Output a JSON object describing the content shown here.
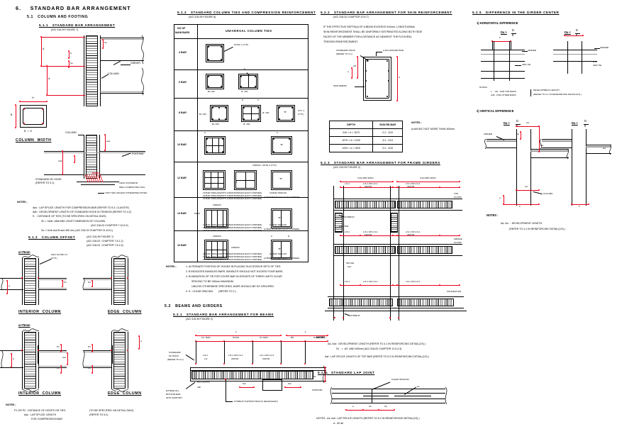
{
  "sheet": {
    "title": "6.    STANDARD BAR ARRANGEMENT"
  },
  "col1": {
    "s51": "5.1   COLUMN AND FOOTING",
    "s511": "5.1.1   STANDARD BAR ARRANGEMENT",
    "s511_ref": "(ACI 315-99 FIGURE 7)",
    "lbl_girder": "GIRDER",
    "lbl_column": "COLUMN",
    "lbl_column_width": "COLUMN  WIDTH",
    "lbl_b_le_h": "B  <  H",
    "lbl_footing": "FOOTING",
    "lbl_std_hook": "STANDARD 90' HOOK",
    "lbl_std_hook2": "(REFER TO 4.1)",
    "lbl_dowel": "DOWEL",
    "lbl_lean": "LEAN CONCRETE",
    "lbl_well": "WELL COMPACTED SOIL",
    "lbl_twoties": "TWO TIES UNLESS OTHERWISE NOTED",
    "notes_hdr": "NOTES ;",
    "note_a": "Aac : LAP SPLICE LENGTH FOR COMPRESSION BAR (REFER TO 5.3, CLASS\"B\")",
    "note_b": "Adh : DEVELOPMENT LENGTH OF STANDARD HOOK IN TENSION (REFER TO 4.2)",
    "note_c": "S   : DISTANCE OF TIES (TO BE SPECIFIED ON DETAIL DWG)",
    "note_d": "Sn < 16db, 48dt AND LEAST DIMENSION OF COLUMN",
    "note_d_ref": "(ACI 318-02 CHAPTER 7.10.5.2)",
    "note_e": "So < Hc/6 and B and 450 mm (ACI 318-02 CHAPTER 21.8.5.1)",
    "s512": "5.1.2   COLUMN OFFSET",
    "s512_ref1": "(ACI 315-99 FIGURE 7)",
    "s512_ref2": "(ACI 318-02  CHAPTER 7.8.1.2)",
    "s512_ref3": "(ACI 318-02  CHAPTER 7.8.1.6)",
    "dim_a_lt": "a<75mm",
    "dim_a_ge": "a>75mm",
    "lbl_slope": "MAX SLOPE 1:6",
    "lbl_typ": "(TYP.)",
    "lbl_interior": "INTERIOR  COLUMN",
    "lbl_edge": "EDGE  COLUMN",
    "fnotes_hdr": "NOTES ;",
    "fnote_1": "P1 OR P2 : DISTANCE OF HOOPS OR TIES",
    "fnote_1b": "(TO BE SPECIFIED ON DETAIL DWG)",
    "fnote_2": "Aac : LAP SPLICE LENGTH",
    "fnote_2b": "(REFER TO 5.2)",
    "fnote_3": "FOR COMPRESSION BAR"
  },
  "col2": {
    "s512t": "5.1.2   STANDARD COLUMN TIES AND COMPRESSION REINFORCEMENT",
    "s512t_ref": "(ACI 315-99 FIGURE 8)",
    "th_no": "NO OF",
    "th_no2": "MAIN BARS",
    "th_ties": "UNIVERSAL COLUMN TIES",
    "rows": [
      {
        "label": "4 BAR",
        "note": "NOTE 1 (TYP)"
      },
      {
        "label": "6 BAR",
        "note": ""
      },
      {
        "label": "8 BAR",
        "note": ""
      },
      {
        "label": "10 BAR",
        "note": ""
      },
      {
        "label": "12 BAR",
        "note": "150MAX. NOTE 3 (TYP)"
      },
      {
        "label": "14 BAR",
        "note": "150MAX."
      },
      {
        "label": "16 BAR",
        "note": "150MAX."
      }
    ],
    "cap_bc_150": "Bc 150",
    "cap_phi_150": "Φ  150",
    "cap_sim1": "16 BAR SIMILAR",
    "cap_sim2": "18 BAR SIMILAR",
    "cap_sim3": "20 BAR SIMILAR",
    "cap_bundle": "(2-BAR BUNDLES EACH CORNER)",
    "bund12a": "16 BAR SIMILAR(WITH 2-BAR BUNDLES EACH CORNER)",
    "bund12b": "20 BAR SIMILAR(WITH 3-BAR BUNDLES EACH CORNER)",
    "bund12c": "24 BAR SIMILAR(WITH 4-BAR BUNDLES EACH CORNER)",
    "bund14a": "18 BAR SIMILAR(WITH 2-BAR BUNDLES EACH CORNER)",
    "bund14b": "22 BAR SIMILAR(WITH 3-BAR BUNDLES EACH CORNER)",
    "bund14c": "26 BAR SIMILAR(WITH 4-BAR BUNDLES EACH CORNER)",
    "bund16a": "20 BAR SIMILAR(WITH 2-BAR BUNDLES EACH CORNER)",
    "bund16b": "24 BAR SIMILAR(WITH 3-BAR BUNDLES EACH CORNER)",
    "bund16c": "28 BAR SIMILAR(WITH 4-BAR BUNDLES EACH CORNER)",
    "lbl_stt1": "STT. 1",
    "lbl_typ": "(TYP.)",
    "lbl_c": "C",
    "lbl_d": "D",
    "lbl_5050": "50/50",
    "notes_hdr": "NOTES ;",
    "note1": "1. ALTERNATE POSITION OF HOOKS IN PLACING SUCCESSIVE SETS OF TIES.",
    "note2": "2. B INDICATES BUNDLED BARS. BUNDLES SHOULD NOT EXCEED FOUR BARS.",
    "note3": "3. ELIMINATION OF TIE FOR COVER BAR IN GROUPS OF THREE LIMITS CLEAR",
    "note3b": "SPACING TO BE 150mm MAXIMUM.",
    "note3c": "UNLESS OTHERWISE SPECIFIED, BARS SHOULD BE SO GROUPED.",
    "note4": "4. S : CLEAR SPACING        (REFER TO 2.)",
    "s52": "5.2   BEAMS AND GIRDERS",
    "s521": "5.2.1   STANDARD BAR ARRANGEMENT FOR BEAMS",
    "s521_ref": "(ACI 315-99 FIGURE 2)",
    "beam_dim_l": "L",
    "beam_dim_l2": "L",
    "beam_cc": "CC. BAR",
    "beam_hook": "HOOK",
    "beam_st": "ST. BAR",
    "beam_bn": "BN",
    "beam_supp": "SUPPORT",
    "beam_lbl1": "L/4-1",
    "beam_lbl2": "L/4",
    "beam_lbl3": "L/4-1 OR L/4-1",
    "beam_lbl4": "L/4-1 OR L/4-1",
    "beam_lbl5": "L/4-1 OR L/4-1",
    "beam_std_hook": "STANDARD",
    "beam_std_hook2": "90' HOOK",
    "beam_std_hook3": "(REFER TO 4.1)",
    "beam_extend": "EXTEND ALL",
    "beam_extend2": "BOTTOM BAR",
    "beam_extend3": "INTO SUPPORT",
    "beam_stirrup": "STIRRUP SUPPORT BAR (IF NECESSARY)",
    "beam_50typ": "50 mm(TYP)",
    "beam_4db": "4db",
    "beam_s": "S",
    "beam_support": "SUPPORT"
  },
  "col3": {
    "s522": "5.2.2   STANDARD BAR ARRANGEMENT FOR SKIN REINFORCEMENT",
    "s522_ref": "(ACI 318-02 CHAPTER 10.6.7)",
    "para1": "IF THE EFFECTIVE DEPTH(d) OF A BEAM EXCEEDS 910mm, LONGITUDINAL",
    "para2": "SKIN REINFORCEMENT SHALL BE UNIFORMLY DISTRIBUTED ALONG BOTH SIDE",
    "para3": "FACES OF THE MEMBER FOR A DISTANCE d/2 NEAREST THE FLEXURAL",
    "para4": "TENSION REINFORCEMENT.",
    "lbl_std_hook": "STANDARD HOOK",
    "lbl_std_hook2": "(REFER TO 4.1)",
    "lbl_skin": "SKIN REBAR",
    "lbl_d13": "a-D13 SPACER BAR",
    "tbl_h1": "DEPTH",
    "tbl_h2": "SKIN RE-BAR",
    "tbl_rows": [
      {
        "depth": "910 < d  < 1070",
        "bar": "2-2  -  D10"
      },
      {
        "depth": "1070 < d  < 1220",
        "bar": "3-2  -  D13"
      },
      {
        "depth": "1220 < d  < 1520",
        "bar": "2-2  -  D16"
      }
    ],
    "tbl_notes_hdr": "NOTES ;",
    "tbl_note": "a<d/6 BUT NOT MORE THAN 300mm",
    "s523": "5.2.3   STANDARD BAR ARRANGEMENT FOR FRAME GIRDERS",
    "s523_ref": "(ACI 315-99 FIGURE 2)",
    "fl_top": "TOP",
    "fl_top2": "FLOOR",
    "fl_mid": "MIDDLE",
    "fl_mid2": "FLOOR",
    "fl_found": "FOUNDATION",
    "span_col": "COLUMN SPAN",
    "span_col2": "COLUMN SPAN",
    "g_lbl1": "L/3-1",
    "g_lbl2": "L/3-1 OR L/3-1",
    "g_lbl3": "L/3-1 OR L/3-1",
    "g_stirrup": "STIRRUP",
    "g_anchor": "ANCHOR",
    "g_splice": "SPLICE",
    "g_aac": "Aac",
    "notes_hdr": "NOTES :",
    "note1": "Ad, Adc : DEVELOPMENT LENGTH (REFER TO 4.1 IN REINFORCING DETAIL(1/3) )",
    "note2": "S1   <  d/2  AND 600mm (ACI 318-02 CHAPTER 11.5.4.3)",
    "note3": "Aaf : LAP SPLICE LENGTH OF TOP BAR (REFER TO 5.2 IN REINFORCING DETAIL(1/3) )",
    "s524": "5.2.4   STANDARD LAP JOINT",
    "lap_clear": "CLEAR SPACING",
    "lap_as": "As",
    "lap_a": "a",
    "lap_2a": "2a",
    "lap_a2": "2a",
    "lap_notes": "NOTES ; As, Aaf : LAP SPLICE LENGTH (REFER TO 5.2 IN REINFORCING DETAIL(1/3) )",
    "lap_notes2": "a : 40 db"
  },
  "col4": {
    "s525": "5.2.5   DIFFERENCE IN THE GIRDER CENTER",
    "h1": "1) HORIZONTAL DIFFERENCE",
    "v1": "2) VERTICAL DIFFERENCE",
    "eq_gt": "Da >",
    "eq_le": "Da <",
    "eq_num": "D",
    "eq_den": "8",
    "lbl_girder": "GIRDER",
    "lbl_column": "COLUMN",
    "lbl_stirrup": "STIRRUP",
    "lbl_anchor": "ANCHOR",
    "lbl_tie": "ADD TIE",
    "lbl_d13": "D13",
    "h_notes_hdr": "NOTES :",
    "h_note1": "L   : 3dt   FOR TOP BARS",
    "h_note2": "Ad6   FOR OTHER BARS",
    "h_note3": "DEVELOPMENT LENGTH",
    "h_note4": "(REFER TO 4.1 IN REINFORCING DETAIL(1/3) )",
    "v_notes_hdr": "NOTES :",
    "v_note1": "Ad, Ad  :  DEVELOPMENT LENGTH",
    "v_note2": "(REFER TO 4.1 IN REINFORCING DETAIL(1/3) )",
    "lbl_a": "a",
    "lbl_b": "b",
    "lbl_da": "Da",
    "lbl_D": "D"
  }
}
